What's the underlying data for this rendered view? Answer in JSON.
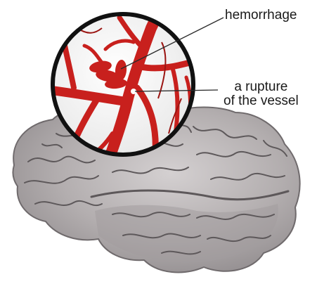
{
  "labels": {
    "hemorrhage": "hemorrhage",
    "rupture_line1": "a rupture",
    "rupture_line2": "of the vessel"
  },
  "colors": {
    "brain_fill": "#b2adaf",
    "brain_shadow": "#8d888a",
    "brain_highlight": "#d7d3d4",
    "sulci": "#5d585a",
    "vessel": "#c8201d",
    "vessel_dark": "#9b1512",
    "magnifier_ring": "#111111",
    "magnifier_bg": "#f3f3f3",
    "leader_line": "#2a2a2a"
  },
  "icons": {
    "magnifier": "magnifier-lens-icon",
    "brain": "brain-icon"
  }
}
